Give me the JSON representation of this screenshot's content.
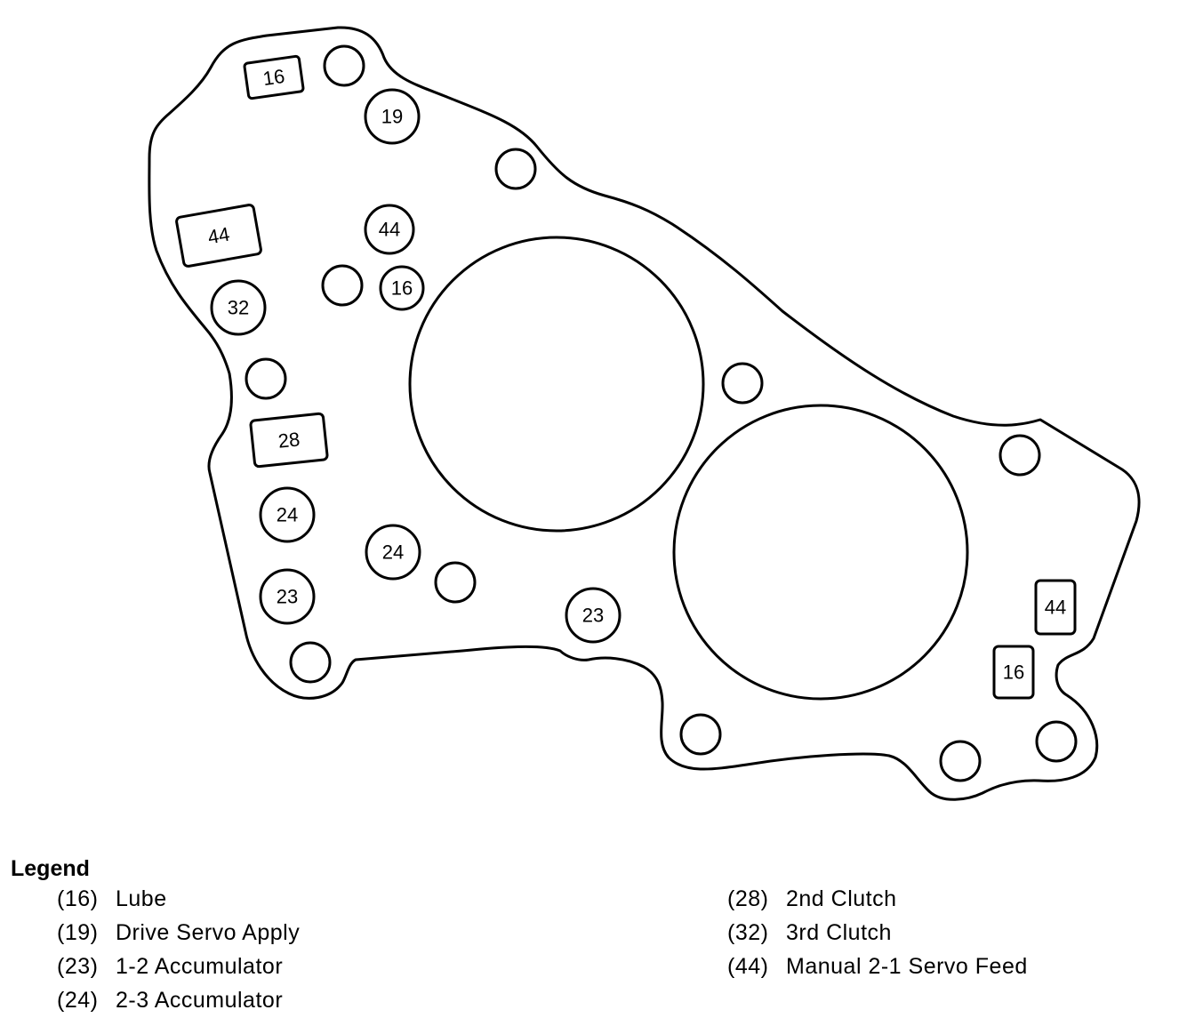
{
  "ports": [
    {
      "label": "16",
      "shape": "rect"
    },
    {
      "label": "19",
      "shape": "circle"
    },
    {
      "label": "44",
      "shape": "rect"
    },
    {
      "label": "44",
      "shape": "circle"
    },
    {
      "label": "16",
      "shape": "circle"
    },
    {
      "label": "32",
      "shape": "circle"
    },
    {
      "label": "28",
      "shape": "rect"
    },
    {
      "label": "24",
      "shape": "circle"
    },
    {
      "label": "24",
      "shape": "circle"
    },
    {
      "label": "23",
      "shape": "circle"
    },
    {
      "label": "23",
      "shape": "circle"
    },
    {
      "label": "44",
      "shape": "rect"
    },
    {
      "label": "16",
      "shape": "rect"
    }
  ],
  "legend": {
    "title": "Legend",
    "left": [
      {
        "num": "(16)",
        "text": "Lube"
      },
      {
        "num": "(19)",
        "text": "Drive Servo Apply"
      },
      {
        "num": "(23)",
        "text": "1-2 Accumulator"
      },
      {
        "num": "(24)",
        "text": "2-3 Accumulator"
      }
    ],
    "right": [
      {
        "num": "(28)",
        "text": "2nd Clutch"
      },
      {
        "num": "(32)",
        "text": "3rd Clutch"
      },
      {
        "num": "(44)",
        "text": "Manual 2-1 Servo Feed"
      }
    ]
  }
}
